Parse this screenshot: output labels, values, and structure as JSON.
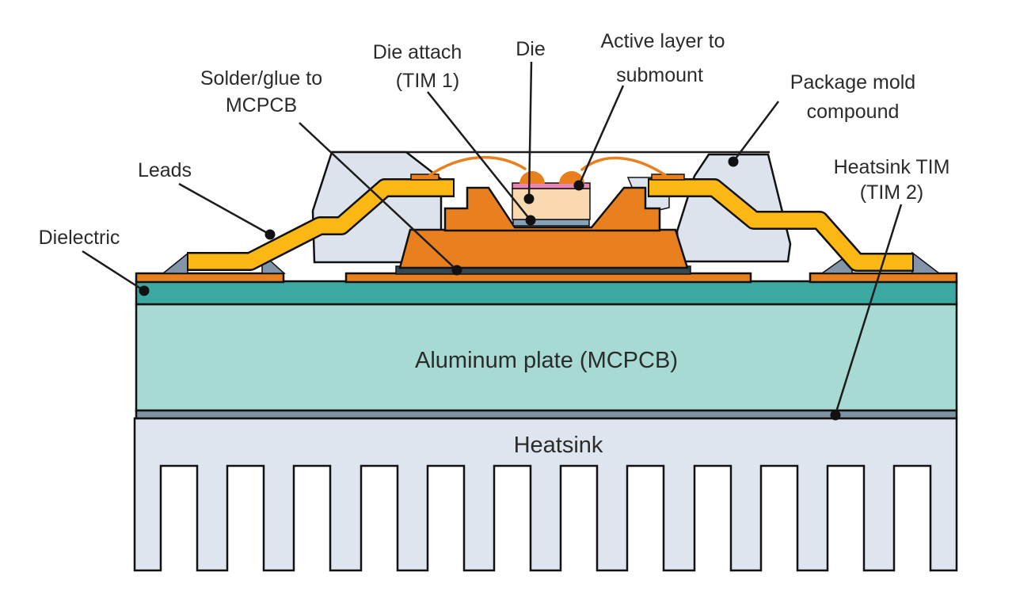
{
  "labels": {
    "solder_glue": {
      "line1": "Solder/glue to",
      "line2": "MCPCB"
    },
    "die_attach": {
      "line1": "Die attach",
      "line2": "(TIM 1)"
    },
    "die": {
      "text": "Die"
    },
    "active_layer": {
      "line1": "Active layer to",
      "line2": "submount"
    },
    "package_mold": {
      "line1": "Package mold",
      "line2": "compound"
    },
    "leads": {
      "text": "Leads"
    },
    "dielectric": {
      "text": "Dielectric"
    },
    "heatsink_tim": {
      "line1": "Heatsink TIM",
      "line2": "(TIM 2)"
    },
    "aluminum_plate": {
      "text": "Aluminum plate (MCPCB)"
    },
    "heatsink": {
      "text": "Heatsink"
    }
  },
  "colors": {
    "copper_orange": "#E8801F",
    "lead_yellow": "#FBB714",
    "die_cream": "#FAD9B0",
    "active_pink": "#EA86B5",
    "die_attach_blue": "#86A2B8",
    "solder_dark": "#37474F",
    "fillet_gray": "#8295A8",
    "dielectric_teal": "#3BA8A1",
    "aluminum_teal": "#A6DAD3",
    "tim2_gray": "#7E93A4",
    "mold_gray": "#DCE3ED",
    "heatsink_gray": "#DEE5EF",
    "outline": "#111111",
    "text": "#2B2B2B"
  }
}
